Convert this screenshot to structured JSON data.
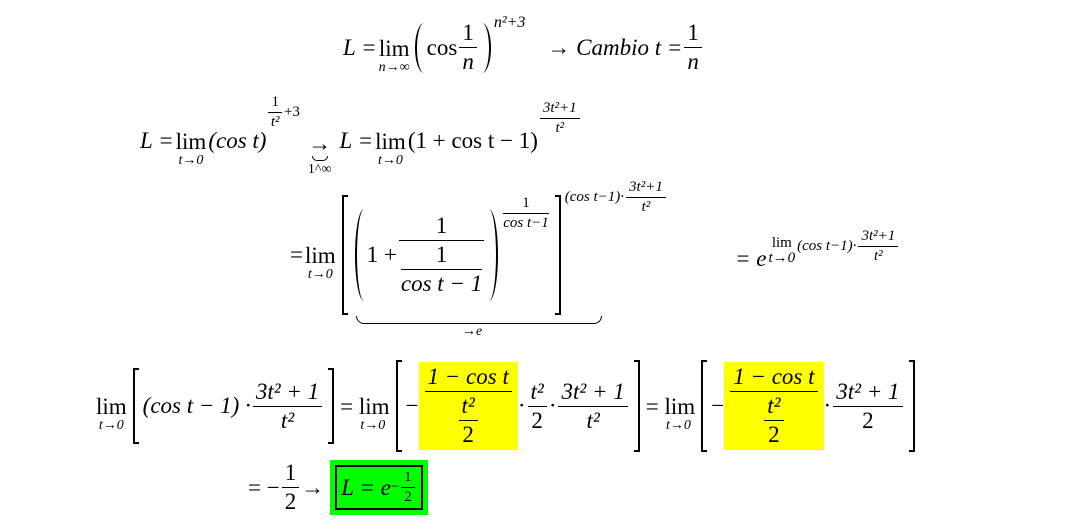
{
  "line1": {
    "L_eq": "L =",
    "lim": "lim",
    "lim_sub": "n→∞",
    "cos": "cos",
    "frac_num": "1",
    "frac_den": "n",
    "exponent": "n²+3",
    "arrow_text": "→ Cambio t =",
    "sub_num": "1",
    "sub_den": "n"
  },
  "line2": {
    "L_eq": "L =",
    "lim": "lim",
    "lim_sub": "t→0",
    "base": "(cos t)",
    "exp_num": "1",
    "exp_den": "t²",
    "exp_plus": "+3",
    "arrow": "→",
    "form": "1^∞",
    "L_eq2": "L =",
    "lim2": "lim",
    "lim2_sub": "t→0",
    "base2": "(1 + cos t − 1)",
    "exp2_num": "3t²+1",
    "exp2_den": "t²"
  },
  "line3": {
    "eq": "=",
    "lim": "lim",
    "lim_sub": "t→0",
    "lbracket": "[",
    "lparen": "(",
    "one_plus": "1 +",
    "num": "1",
    "inner_num": "1",
    "inner_den": "cos t − 1",
    "rparen": ")",
    "inner_exp_num": "1",
    "inner_exp_den": "cos t−1",
    "rbracket": "]",
    "outer_exp": "(cos t−1)·",
    "outer_exp_num": "3t²+1",
    "outer_exp_den": "t²",
    "brace_label": "→e",
    "result_eq": "= e",
    "result_lim": "lim",
    "result_lim_sub": "t→0",
    "result_exp": "(cos t−1)·",
    "result_exp_num": "3t²+1",
    "result_exp_den": "t²"
  },
  "line4": {
    "lim": "lim",
    "lim_sub": "t→0",
    "lb": "[",
    "expr": "(cos t − 1) ·",
    "f1_num": "3t² + 1",
    "f1_den": "t²",
    "rb": "]",
    "eq_lim": "= lim",
    "lim_sub2": "t→0",
    "minus": "−",
    "hl1_num": "1 − cos t",
    "hl1_den_num": "t²",
    "hl1_den_den": "2",
    "dot": "·",
    "f2_num": "t²",
    "f2_den": "2",
    "f3_num": "3t² + 1",
    "f3_den": "t²",
    "lim_sub3": "t→0",
    "hl2_num": "1 − cos t",
    "hl2_den_num": "t²",
    "hl2_den_den": "2",
    "f4_num": "3t² + 1",
    "f4_den": "2"
  },
  "line5": {
    "eq_minus": "= −",
    "num": "1",
    "den": "2",
    "arrow": "→",
    "answer_L": "L = e",
    "answer_exp_sign": "−",
    "answer_exp_num": "1",
    "answer_exp_den": "2"
  },
  "colors": {
    "highlight_yellow": "#ffff00",
    "highlight_green": "#00ff00"
  }
}
